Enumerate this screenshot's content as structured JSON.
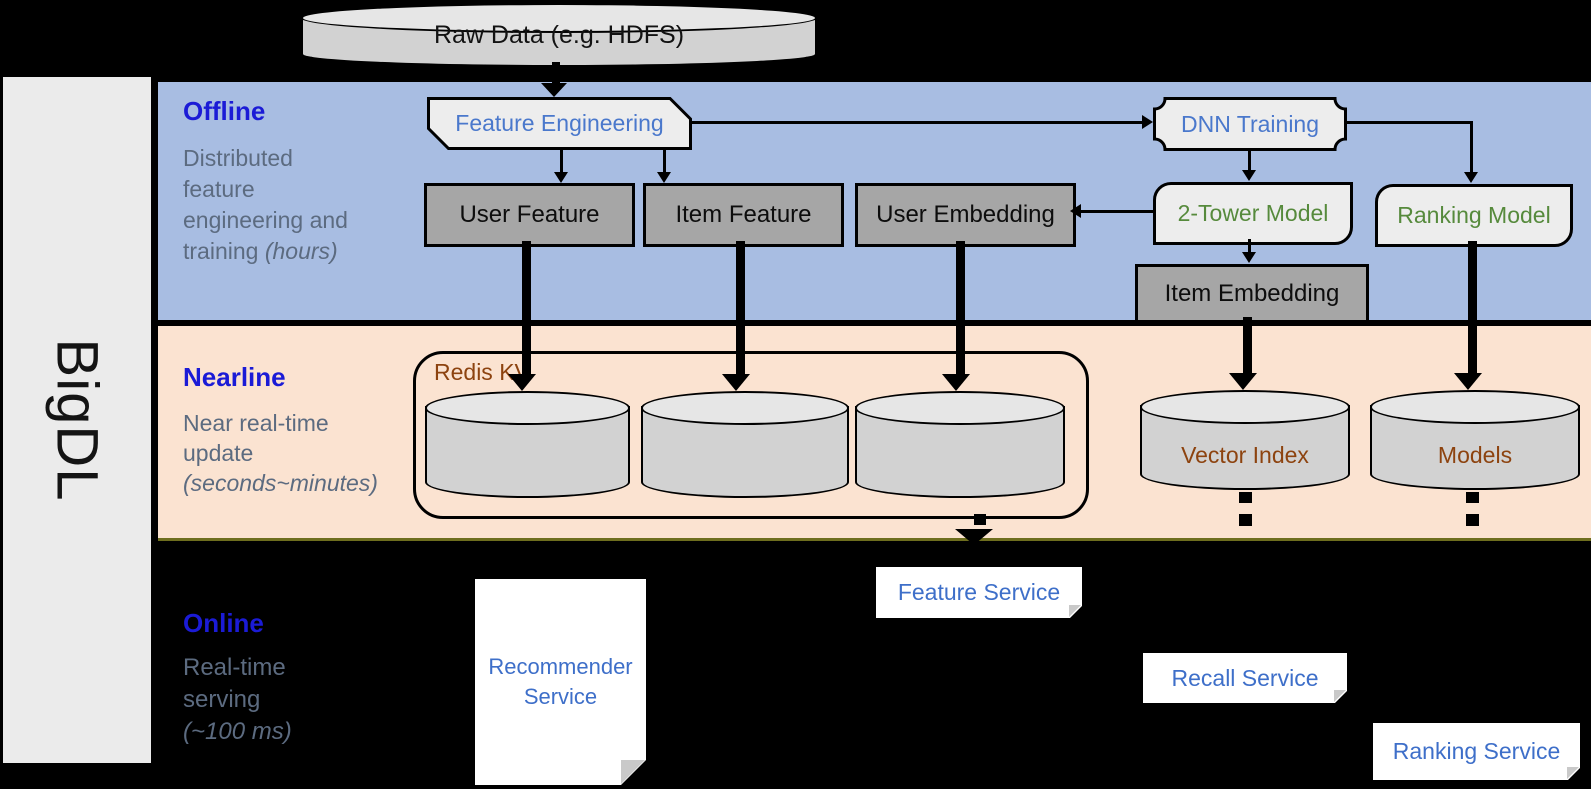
{
  "sidebar": {
    "label": "BigDL"
  },
  "raw_data": {
    "label": "Raw Data (e.g. HDFS)"
  },
  "bands": {
    "offline": {
      "title": "Offline",
      "lines": [
        {
          "t": "Distributed"
        },
        {
          "t": "feature"
        },
        {
          "t": "engineering and"
        },
        {
          "t": "training ",
          "i": "(hours)"
        }
      ]
    },
    "nearline": {
      "title": "Nearline",
      "lines": [
        {
          "t": "Near real-time"
        },
        {
          "t": "update"
        },
        {
          "t": "",
          "i": "(seconds~minutes)"
        }
      ]
    },
    "online": {
      "title": "Online",
      "lines": [
        {
          "t": "Real-time"
        },
        {
          "t": "serving"
        },
        {
          "t": "",
          "i": "(~100 ms)"
        }
      ]
    }
  },
  "nodes": {
    "feature_engineering": "Feature Engineering",
    "dnn_training": "DNN Training",
    "user_feature": "User Feature",
    "item_feature": "Item Feature",
    "user_embedding": "User Embedding",
    "item_embedding": "Item Embedding",
    "two_tower_model": "2-Tower Model",
    "ranking_model": "Ranking Model",
    "redis_kv": "Redis KV",
    "vector_index": "Vector Index",
    "models": "Models"
  },
  "services": {
    "recommender_line1": "Recommender",
    "recommender_line2": "Service",
    "feature": "Feature Service",
    "recall": "Recall Service",
    "ranking": "Ranking Service"
  },
  "colors": {
    "sidebar_bg": "#ebebeb",
    "offline_band": "#a8bde2",
    "nearline_band": "#fbe3d1",
    "title_blue": "#1b1bd6",
    "desc_gray": "#5c6b80",
    "node_blue": "#4a78cc",
    "node_green": "#568a3c",
    "store_brown": "#8d430f",
    "service_blue": "#3e6fc9",
    "gray_box": "#a6a6a6",
    "shape_fill": "#ededed",
    "cylinder_fill": "#d2d2d2",
    "cylinder_top": "#e6e6e6",
    "divider_olive": "#6e6e1e"
  }
}
